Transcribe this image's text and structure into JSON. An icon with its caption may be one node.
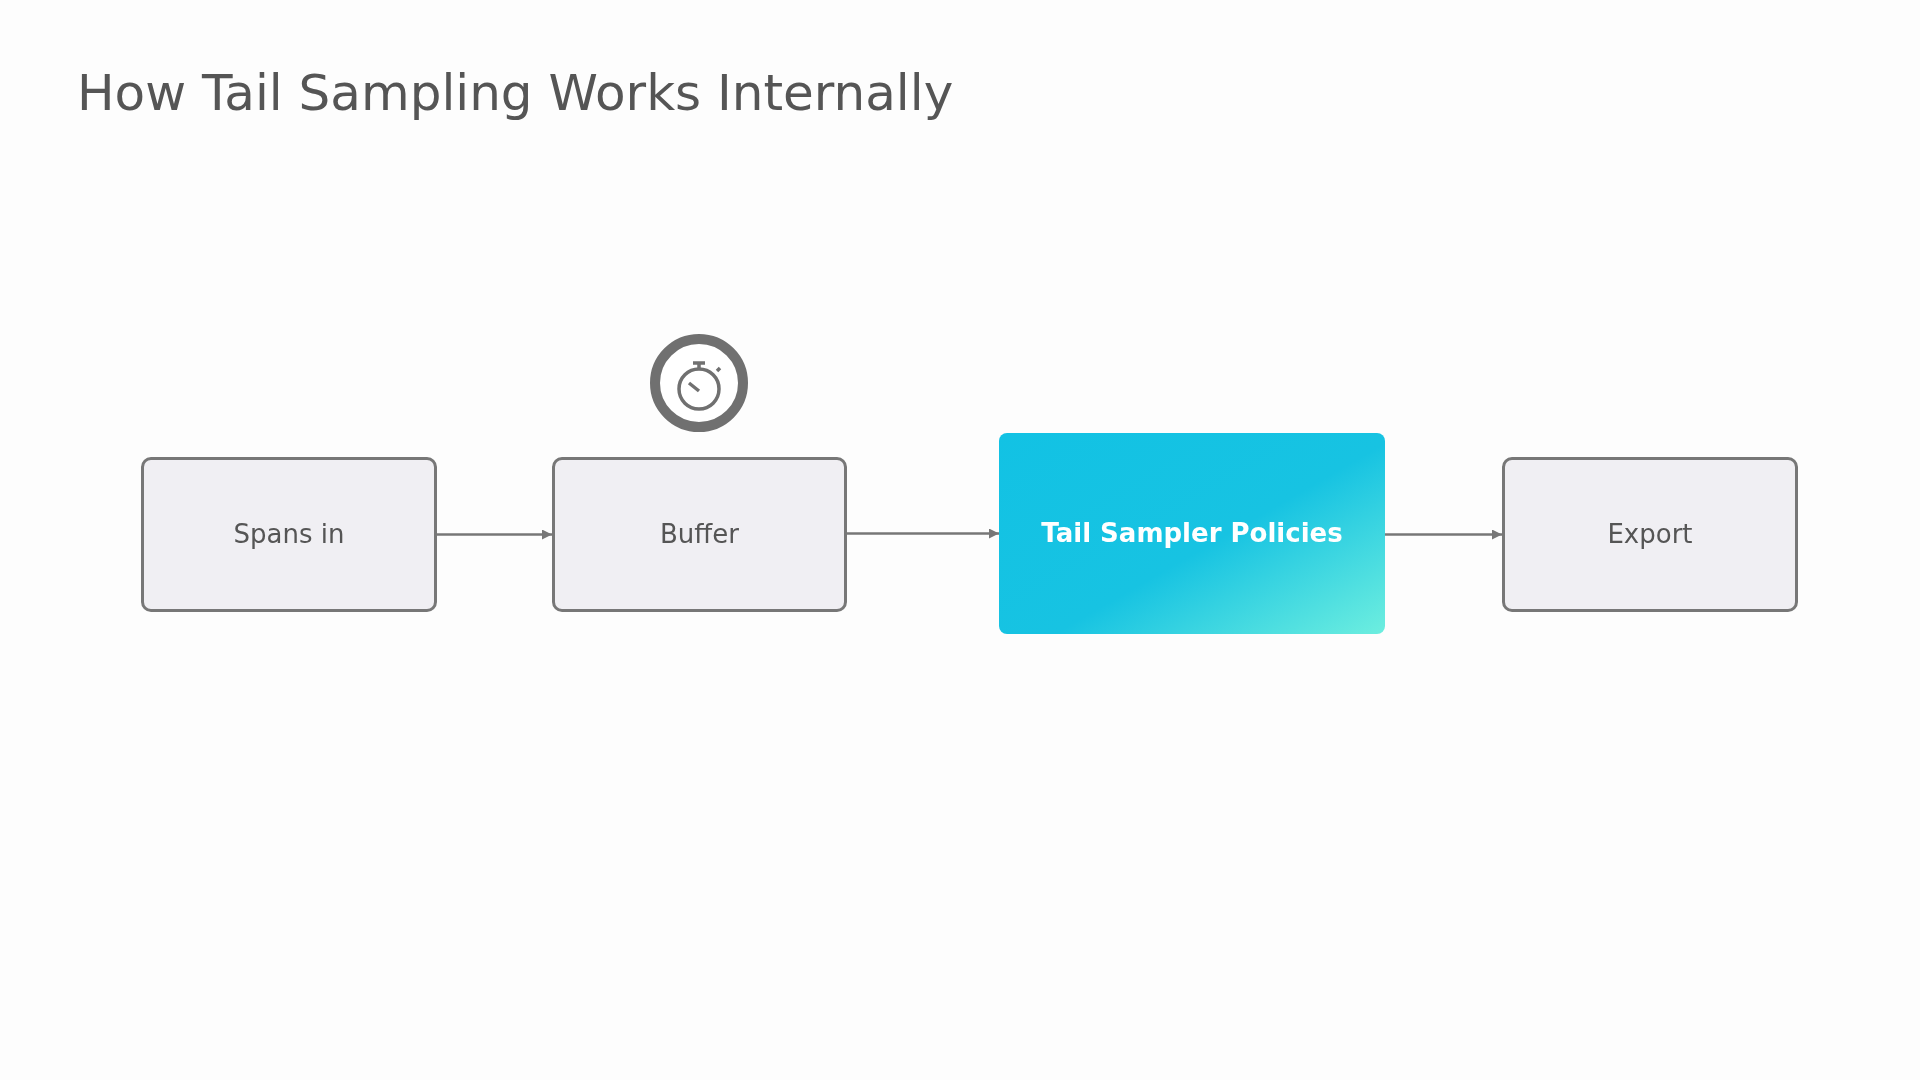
{
  "diagram": {
    "title": "How Tail Sampling Works Internally",
    "nodes": [
      {
        "text": [
          "Spans in"
        ]
      },
      {
        "text": [
          "Buffer"
        ]
      },
      {
        "text": [
          "Tail Sampler Policies"
        ]
      },
      {
        "text": [
          "Export"
        ]
      }
    ],
    "edges": [
      {
        "from": 0,
        "to": 1,
        "arrow": "to"
      },
      {
        "from": 1,
        "to": 2,
        "arrow": "to"
      },
      {
        "from": 2,
        "to": 3,
        "arrow": "to"
      }
    ]
  }
}
